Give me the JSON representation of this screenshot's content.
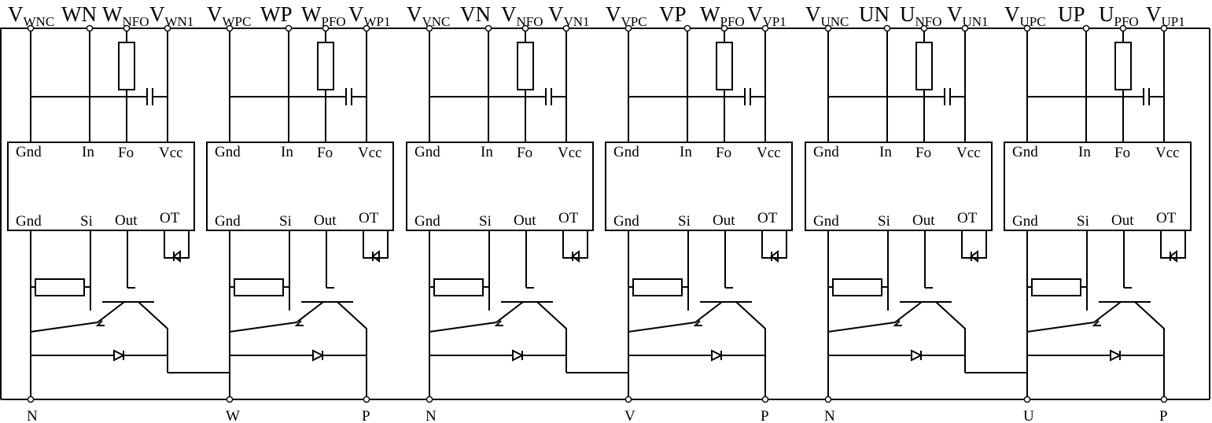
{
  "pins": {
    "gnd": "Gnd",
    "in": "In",
    "fo": "Fo",
    "vcc": "Vcc",
    "si": "Si",
    "out": "Out",
    "ot": "OT"
  },
  "modules": [
    {
      "top_labels": [
        {
          "main": "V",
          "sub": "WNC"
        },
        {
          "main": "WN",
          "sub": ""
        },
        {
          "main": "W",
          "sub": "NFO"
        },
        {
          "main": "V",
          "sub": "WN1"
        }
      ],
      "bottom_left": "N",
      "bottom_right": ""
    },
    {
      "top_labels": [
        {
          "main": "V",
          "sub": "WPC"
        },
        {
          "main": "WP",
          "sub": ""
        },
        {
          "main": "W",
          "sub": "PFO"
        },
        {
          "main": "V",
          "sub": "WP1"
        }
      ],
      "bottom_left": "W",
      "bottom_right": "P"
    },
    {
      "top_labels": [
        {
          "main": "V",
          "sub": "VNC"
        },
        {
          "main": "VN",
          "sub": ""
        },
        {
          "main": "V",
          "sub": "NFO"
        },
        {
          "main": "V",
          "sub": "VN1"
        }
      ],
      "bottom_left": "N",
      "bottom_right": ""
    },
    {
      "top_labels": [
        {
          "main": "V",
          "sub": "VPC"
        },
        {
          "main": "VP",
          "sub": ""
        },
        {
          "main": "W",
          "sub": "PFO"
        },
        {
          "main": "V",
          "sub": "VP1"
        }
      ],
      "bottom_left": "V",
      "bottom_right": "P"
    },
    {
      "top_labels": [
        {
          "main": "V",
          "sub": "UNC"
        },
        {
          "main": "UN",
          "sub": ""
        },
        {
          "main": "U",
          "sub": "NFO"
        },
        {
          "main": "V",
          "sub": "UN1"
        }
      ],
      "bottom_left": "N",
      "bottom_right": ""
    },
    {
      "top_labels": [
        {
          "main": "V",
          "sub": "UPC"
        },
        {
          "main": "UP",
          "sub": ""
        },
        {
          "main": "U",
          "sub": "PFO"
        },
        {
          "main": "V",
          "sub": "UP1"
        }
      ],
      "bottom_left": "U",
      "bottom_right": "P"
    }
  ]
}
